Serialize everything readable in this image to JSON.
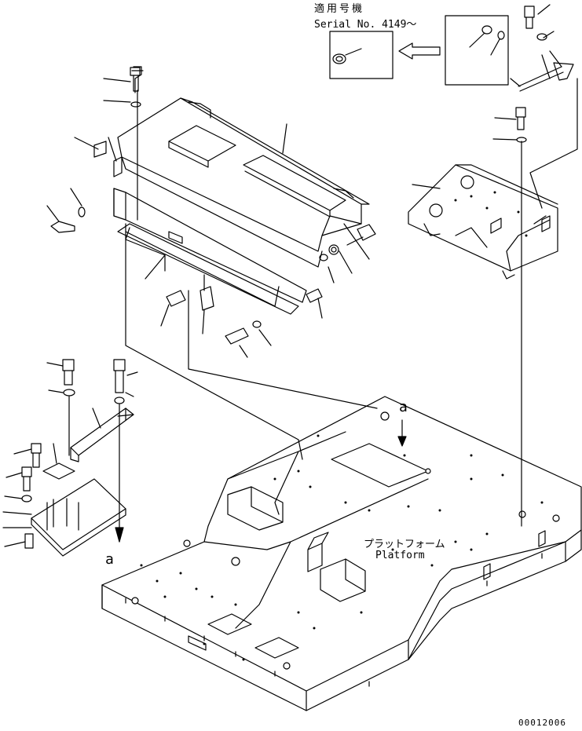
{
  "applicability": {
    "japanese": "適用号機",
    "serial": "Serial No. 4149～"
  },
  "platform": {
    "japanese": "プラットフォーム",
    "english": "Platform"
  },
  "view_marker": "a",
  "drawing_number": "00012006"
}
